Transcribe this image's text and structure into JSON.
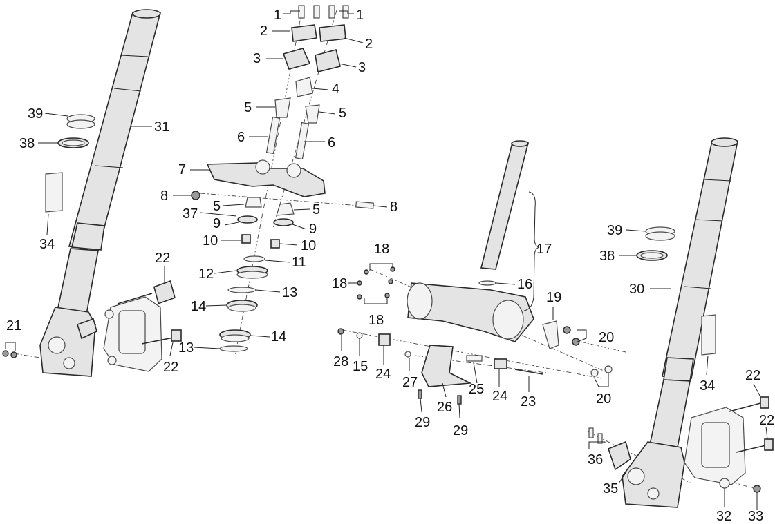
{
  "diagram": {
    "callouts": [
      "1",
      "2",
      "3",
      "4",
      "5",
      "6",
      "7",
      "8",
      "9",
      "10",
      "11",
      "12",
      "13",
      "14",
      "15",
      "16",
      "17",
      "18",
      "19",
      "20",
      "21",
      "22",
      "23",
      "24",
      "25",
      "26",
      "27",
      "28",
      "29",
      "30",
      "31",
      "32",
      "33",
      "34",
      "35",
      "36",
      "37",
      "38",
      "39"
    ]
  }
}
